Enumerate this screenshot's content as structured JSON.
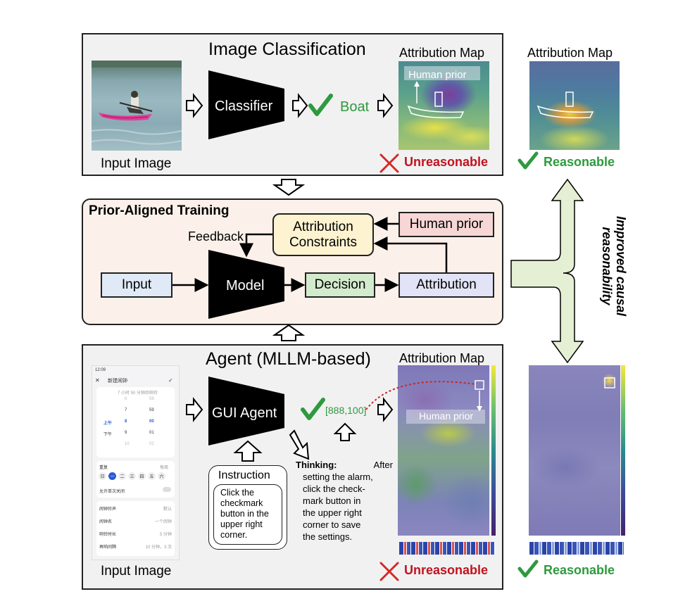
{
  "image_classification": {
    "title": "Image Classification",
    "input_label": "Input Image",
    "classifier_label": "Classifier",
    "prediction": "Boat",
    "attr_map_title": "Attribution Map",
    "human_prior_tag": "Human prior",
    "verdict": "Unreasonable"
  },
  "right_top": {
    "attr_map_title": "Attribution Map",
    "verdict": "Reasonable"
  },
  "training": {
    "title": "Prior-Aligned Training",
    "feedback": "Feedback",
    "attribution_constraints": "Attribution Constraints",
    "human_prior": "Human prior",
    "input": "Input",
    "model": "Model",
    "decision": "Decision",
    "attribution": "Attribution"
  },
  "side_label": {
    "line1": "Improved causal",
    "line2": "reasonability"
  },
  "agent": {
    "title": "Agent (MLLM-based)",
    "gui_agent_label": "GUI Agent",
    "coords": "[888,100]",
    "instruction_title": "Instruction",
    "instruction_text": [
      "Click the",
      "checkmark",
      "button in the",
      "upper right",
      "corner."
    ],
    "thinking_label": "Thinking:",
    "thinking_lines": [
      "After",
      "setting the alarm,",
      "click the check-",
      "mark button in",
      "the upper right",
      "corner to save",
      "the settings."
    ],
    "input_label": "Input Image",
    "attr_map_title": "Attribution Map",
    "human_prior_tag": "Human prior",
    "verdict": "Unreasonable"
  },
  "right_bottom": {
    "verdict": "Reasonable"
  },
  "phone": {
    "status_time": "12:09",
    "title": "新建闹钟",
    "subtitle": "7 小时 50 分钟后响铃",
    "picker_rows": [
      [
        "",
        "6",
        "58"
      ],
      [
        "",
        "7",
        "59"
      ],
      [
        "上午",
        "8",
        "00"
      ],
      [
        "下午",
        "9",
        "01"
      ],
      [
        "",
        "10",
        "02"
      ]
    ],
    "repeat_label": "重复",
    "repeat_value": "每周",
    "weekdays": [
      "日",
      "一",
      "二",
      "三",
      "四",
      "五",
      "六"
    ],
    "once_label": "允许单次关闭",
    "settings": [
      [
        "闹钟铃声",
        "默认"
      ],
      [
        "闹钟名",
        "一个闹钟"
      ],
      [
        "响铃时长",
        "5 分钟"
      ],
      [
        "再响间隔",
        "10 分钟，3 次"
      ]
    ]
  },
  "colors": {
    "check_green": "#2e9a3e",
    "cross_red": "#d62828",
    "unreasonable_red": "#c1121f",
    "reasonable_green": "#2e9a3e",
    "training_bg": "#fcf1ea",
    "panel_bg": "#f1f1f1",
    "input_box": "#dfeaf6",
    "decision_box": "#d3ebcd",
    "attribution_box": "#e2e3f6",
    "constraints_box": "#fdf3d0",
    "human_prior_box": "#f7d6d6",
    "side_arrow": "#e5efd3"
  }
}
